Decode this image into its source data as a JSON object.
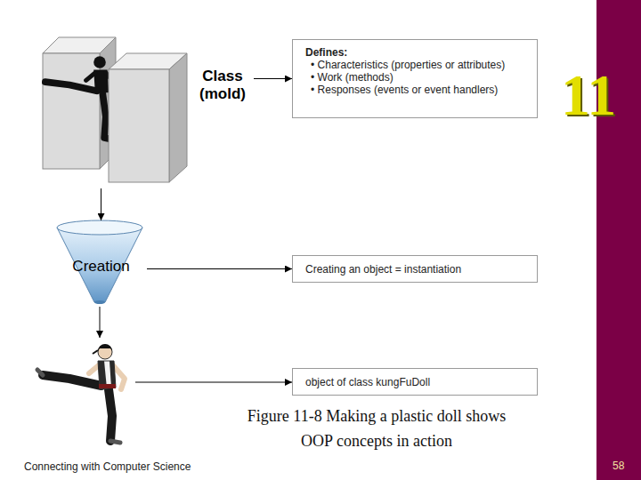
{
  "diagram": {
    "caption": "Figure 11-8 Making a plastic doll shows OOP concepts in action",
    "nodes": [
      {
        "text": [
          "Class (mold)"
        ]
      },
      {
        "text": [
          "Defines:",
          "• Characteristics (properties or attributes)",
          "• Work (methods)",
          "• Responses (events or event handlers)"
        ]
      },
      {
        "text": [
          "Creation"
        ]
      },
      {
        "text": [
          "Creating an object = instantiation"
        ]
      },
      {
        "text": [
          "object of class kungFuDoll"
        ]
      }
    ],
    "edges": [
      {
        "from": 0,
        "to": 1,
        "arrow": "to"
      },
      {
        "from": 0,
        "to": 2,
        "arrow": "to"
      },
      {
        "from": 2,
        "to": 3,
        "arrow": "to"
      }
    ],
    "labels": [
      "11",
      "Connecting with Computer Science",
      "58"
    ]
  }
}
